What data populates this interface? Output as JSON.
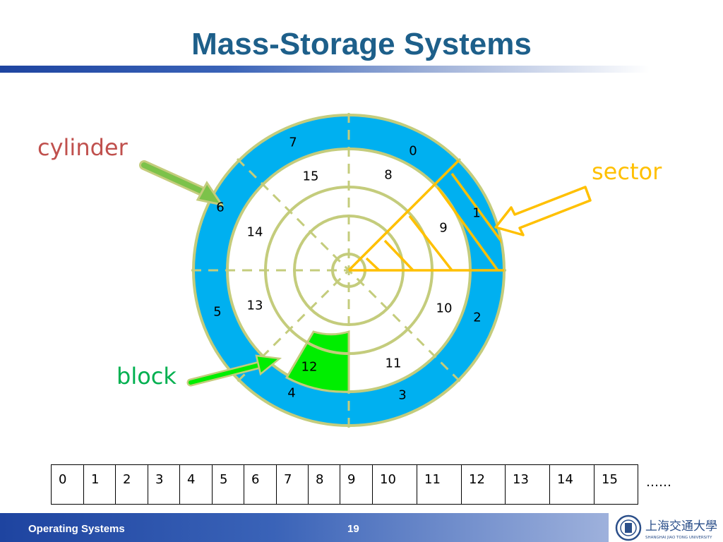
{
  "title": "Mass-Storage Systems",
  "labels": {
    "cylinder": "cylinder",
    "sector": "sector",
    "block": "block"
  },
  "outer_track_numbers": [
    "0",
    "1",
    "2",
    "3",
    "4",
    "5",
    "6",
    "7"
  ],
  "inner_track_numbers": [
    "8",
    "9",
    "10",
    "11",
    "12",
    "13",
    "14",
    "15"
  ],
  "block_sequence": [
    "0",
    "1",
    "2",
    "3",
    "4",
    "5",
    "6",
    "7",
    "8",
    "9",
    "10",
    "11",
    "12",
    "13",
    "14",
    "15"
  ],
  "block_sequence_more": "……",
  "footer": {
    "course": "Operating Systems",
    "page": "19"
  },
  "logo": {
    "university_cn": "上海交通大學",
    "university_en": "SHANGHAI JIAO TONG UNIVERSITY"
  },
  "colors": {
    "track_blue": "#00b0f0",
    "ring_stroke": "#c4cc7c",
    "sector_yellow": "#ffc000",
    "block_green": "#00ee00",
    "title_blue": "#1d5f8a"
  }
}
